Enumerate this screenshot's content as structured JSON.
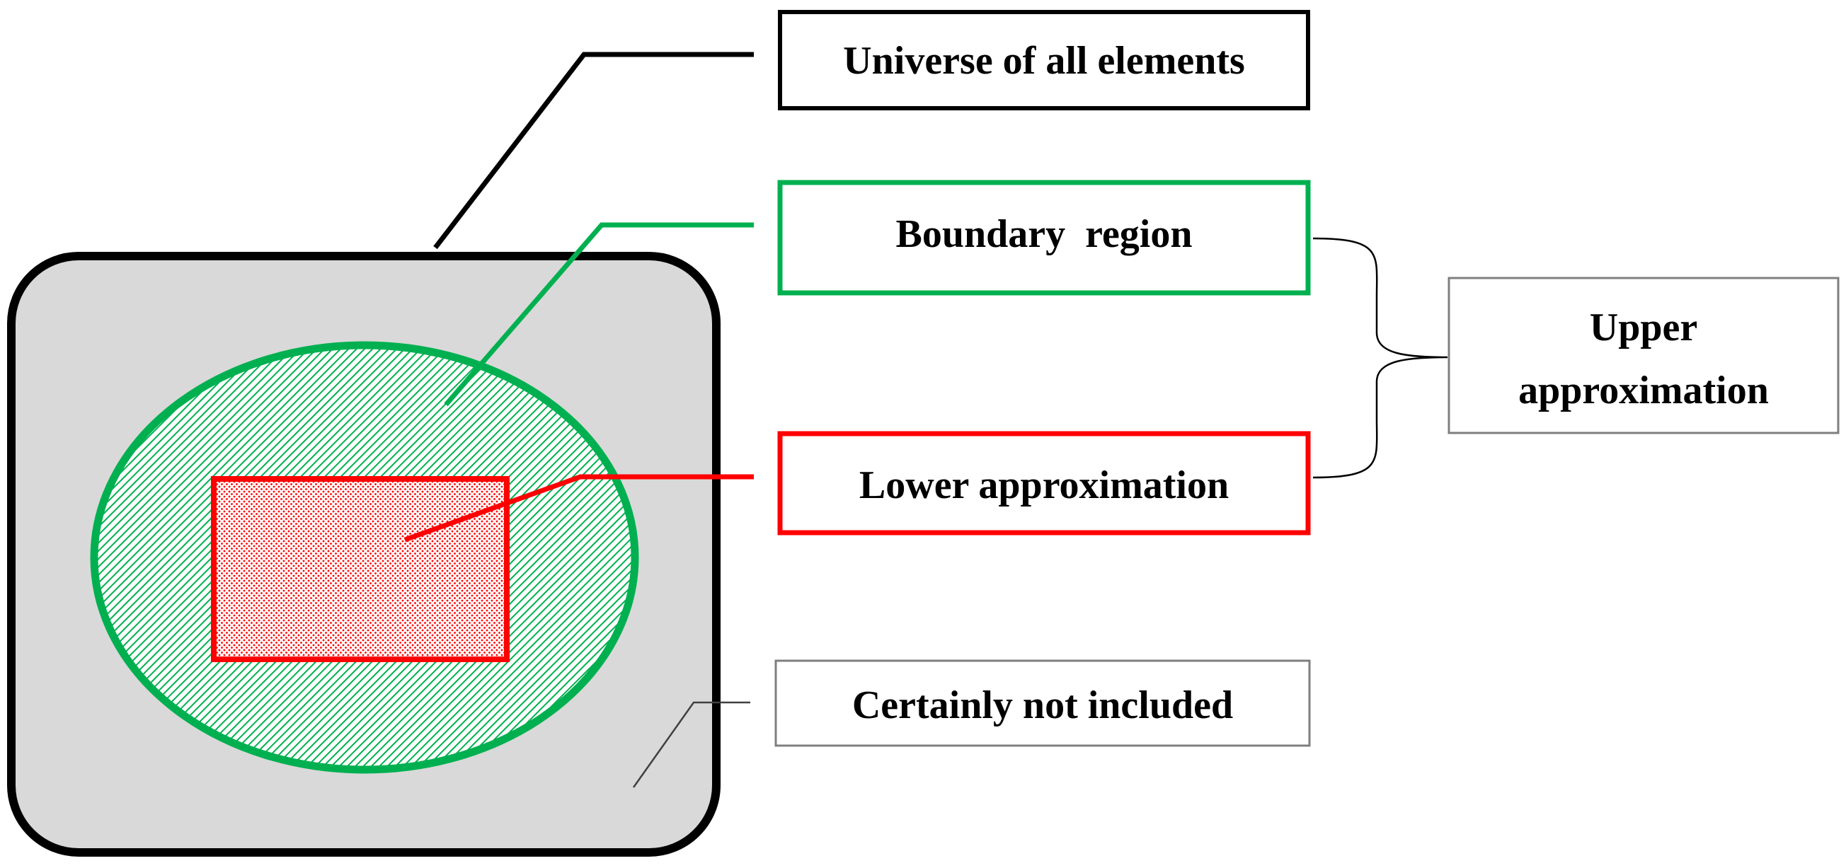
{
  "labels": {
    "universe": "Universe of all elements",
    "boundary": "Boundary  region",
    "lower": "Lower approximation",
    "upper_line1": "Upper",
    "upper_line2": "approximation",
    "not_included": "Certainly not included"
  },
  "colors": {
    "universe_border": "#000000",
    "universe_fill": "#d9d9d9",
    "boundary": "#00b050",
    "lower": "#ff0000",
    "box_border_gray": "#7f7f7f",
    "bracket": "#000000"
  }
}
